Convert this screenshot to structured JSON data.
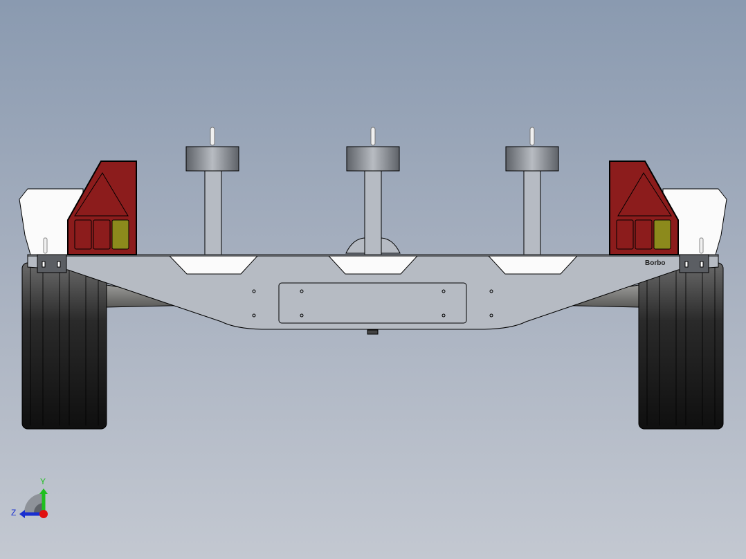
{
  "viewport": {
    "type": "cad-3d-view",
    "view": "rear",
    "background_top": "#8a9ab0",
    "background_bottom": "#c3c8d1"
  },
  "model": {
    "name": "boat-trailer",
    "brand_label": "Borbo",
    "tail_light_colors": {
      "housing": "#8c1c1c",
      "amber": "#8c8a1c"
    },
    "frame_color": "#b6bbc3",
    "tire_color": "#1a1a1a",
    "support_posts": 3
  },
  "triad": {
    "x_label": "",
    "y_label": "Y",
    "z_label": "Z",
    "y_color": "#1fbf1f",
    "z_color": "#1a2fd0",
    "origin_color": "#e01010"
  }
}
